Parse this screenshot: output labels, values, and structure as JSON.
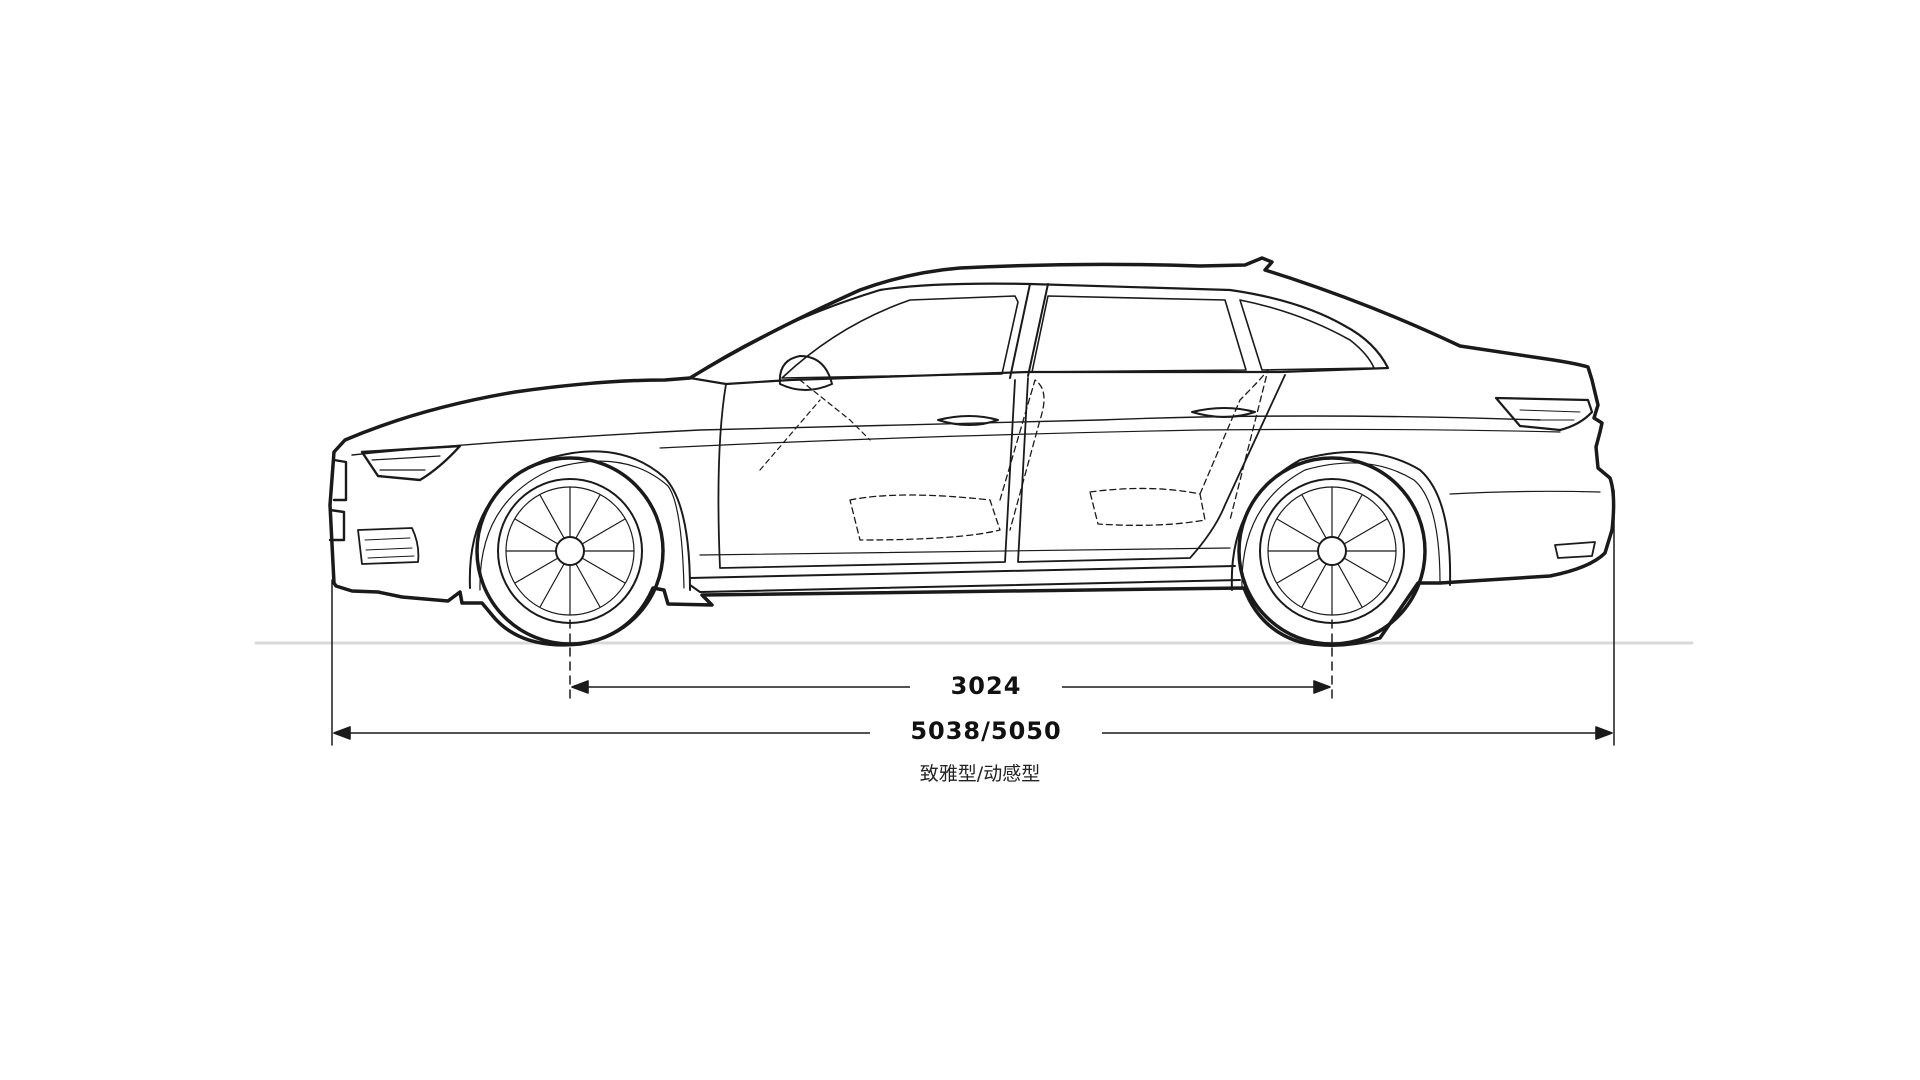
{
  "colors": {
    "background": "#ffffff",
    "line": "#1a1a1a",
    "ground": "#d9d9d9"
  },
  "dimensions": {
    "wheelbase": "3024",
    "length": "5038/5050"
  },
  "caption": "致雅型/动感型"
}
